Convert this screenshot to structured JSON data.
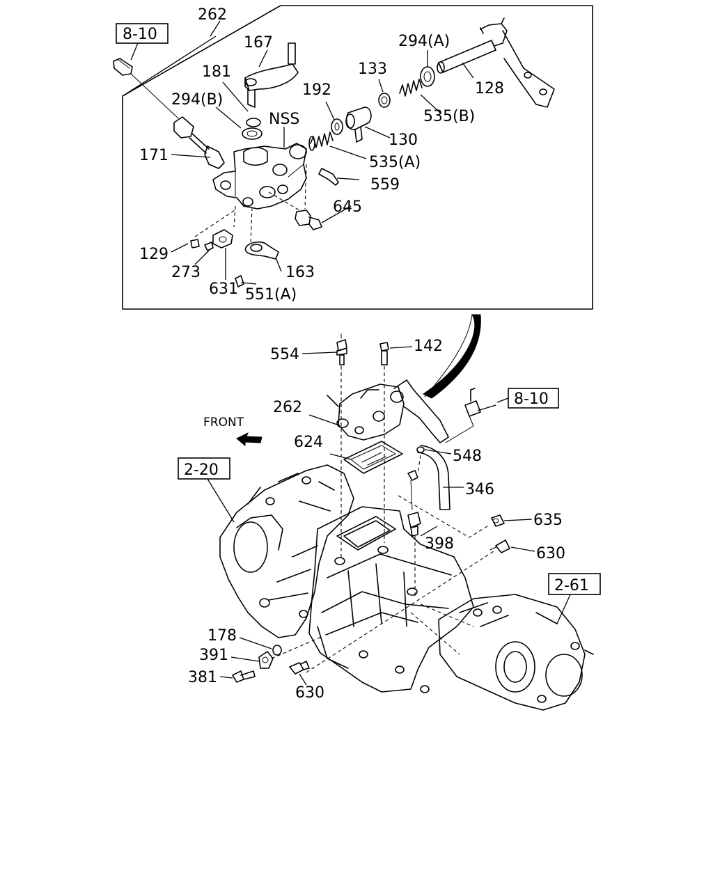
{
  "labels": {
    "p262_top": "262",
    "p8_10_top": "8-10",
    "p167": "167",
    "p294A": "294(A)",
    "p133": "133",
    "p181": "181",
    "p128": "128",
    "p192": "192",
    "p294B": "294(B)",
    "pNSS": "NSS",
    "p535B": "535(B)",
    "p130": "130",
    "p171": "171",
    "p535A": "535(A)",
    "p559": "559",
    "p645": "645",
    "p129": "129",
    "p273": "273",
    "p163": "163",
    "p631": "631",
    "p551A": "551(A)",
    "p554": "554",
    "p142": "142",
    "p8_10_mid": "8-10",
    "p262_mid": "262",
    "front": "FRONT",
    "p624": "624",
    "p548": "548",
    "p2_20": "2-20",
    "p346": "346",
    "p635": "635",
    "p398": "398",
    "p630_right": "630",
    "p2_61": "2-61",
    "p178": "178",
    "p391": "391",
    "p381": "381",
    "p630_bottom": "630"
  }
}
